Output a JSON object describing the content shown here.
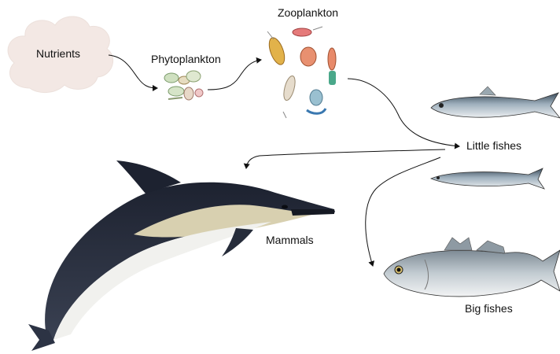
{
  "diagram": {
    "nodes": {
      "nutrients": "Nutrients",
      "phytoplankton": "Phytoplankton",
      "zooplankton": "Zooplankton",
      "little_fishes": "Little fishes",
      "mammals": "Mammals",
      "big_fishes": "Big fishes"
    },
    "flows": [
      {
        "from": "Nutrients",
        "to": "Phytoplankton"
      },
      {
        "from": "Phytoplankton",
        "to": "Zooplankton"
      },
      {
        "from": "Zooplankton",
        "to": "Little fishes"
      },
      {
        "from": "Little fishes",
        "to": "Mammals"
      },
      {
        "from": "Little fishes",
        "to": "Big fishes"
      }
    ],
    "colors": {
      "cloud": "#f3e8e4",
      "dolphin_back": "#262c3a",
      "dolphin_belly": "#f1f1ee",
      "dolphin_flank": "#d8d0b0",
      "fish_back": "#3d4e5e",
      "fish_belly": "#dfe3e6",
      "arrow": "#111111"
    }
  }
}
